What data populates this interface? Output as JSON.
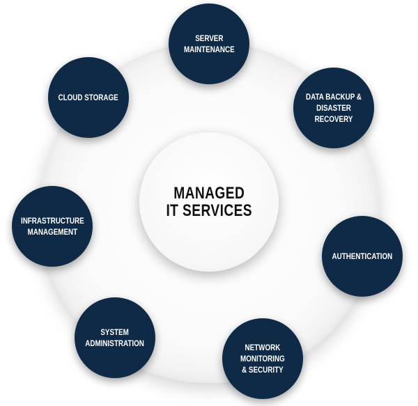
{
  "center": {
    "title": "MANAGED\nIT SERVICES"
  },
  "nodes": [
    {
      "label": "SERVER\nMAINTENANCE"
    },
    {
      "label": "DATA BACKUP &\nDISASTER RECOVERY"
    },
    {
      "label": "AUTHENTICATION"
    },
    {
      "label": "NETWORK\nMONITORING\n& SECURITY"
    },
    {
      "label": "SYSTEM\nADMINISTRATION"
    },
    {
      "label": "INFRASTRUCTURE\nMANAGEMENT"
    },
    {
      "label": "CLOUD STORAGE"
    }
  ],
  "colors": {
    "node": "#0f2a47"
  }
}
